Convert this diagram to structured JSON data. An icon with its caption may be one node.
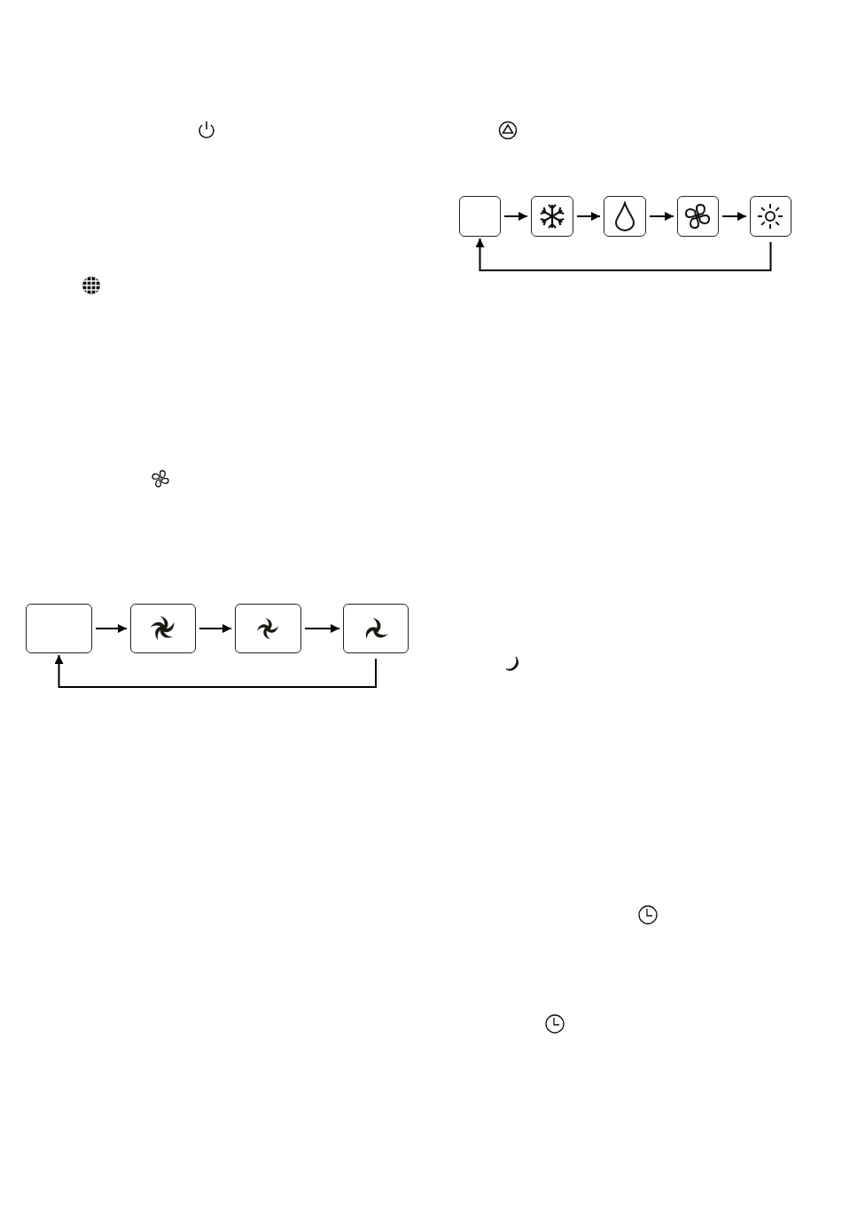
{
  "diagram": {
    "nodes": [
      {
        "text": [],
        "shape": "box"
      },
      {
        "text": [],
        "shape": "box"
      },
      {
        "text": [],
        "shape": "box"
      },
      {
        "text": [],
        "shape": "box"
      },
      {
        "text": [],
        "shape": "box"
      },
      {
        "text": [],
        "shape": "box"
      },
      {
        "text": [],
        "shape": "box"
      },
      {
        "text": [],
        "shape": "box"
      },
      {
        "text": [],
        "shape": "box"
      }
    ],
    "edges": [
      {
        "from": 0,
        "to": 1,
        "arrow": "to"
      },
      {
        "from": 1,
        "to": 2,
        "arrow": "to"
      },
      {
        "from": 2,
        "to": 3,
        "arrow": "to"
      },
      {
        "from": 3,
        "to": 0,
        "arrow": "to"
      },
      {
        "from": 4,
        "to": 5,
        "arrow": "to"
      },
      {
        "from": 5,
        "to": 6,
        "arrow": "to"
      },
      {
        "from": 6,
        "to": 7,
        "arrow": "to"
      },
      {
        "from": 7,
        "to": 8,
        "arrow": "to"
      },
      {
        "from": 8,
        "to": 4,
        "arrow": "to"
      }
    ]
  }
}
